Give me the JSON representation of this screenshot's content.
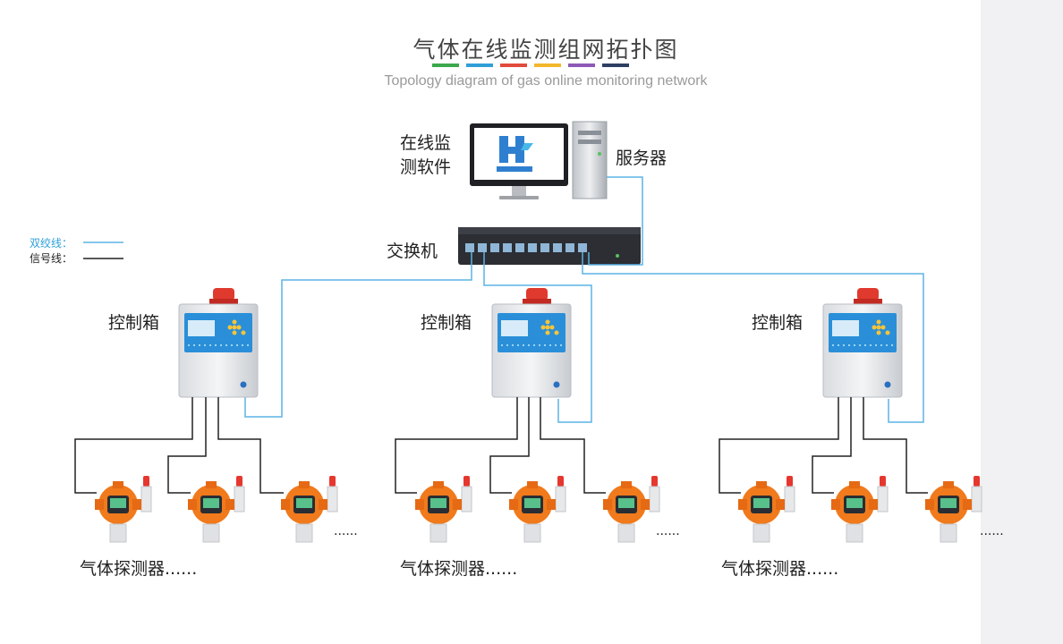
{
  "title": "气体在线监测组网拓扑图",
  "subtitle": "Topology diagram of gas online monitoring network",
  "title_bar_colors": [
    "#3aa84b",
    "#2f9fd8",
    "#e24a3b",
    "#f2b72a",
    "#8e59b6",
    "#2e3f63"
  ],
  "legend": {
    "twisted_pair": {
      "label": "双绞线：",
      "color": "#5bb4e5"
    },
    "signal": {
      "label": "信号线：",
      "color": "#222222"
    }
  },
  "software": {
    "line1": "在线监",
    "line2": "测软件"
  },
  "server": {
    "label": "服务器"
  },
  "switch": {
    "label": "交换机"
  },
  "control_box": {
    "label": "控制箱"
  },
  "detector": {
    "label": "气体探测器......",
    "ellipsis": "......"
  },
  "colors": {
    "detector_orange": "#f07a1c",
    "alarm_red": "#e5372e",
    "panel_blue": "#2a8fd8"
  }
}
